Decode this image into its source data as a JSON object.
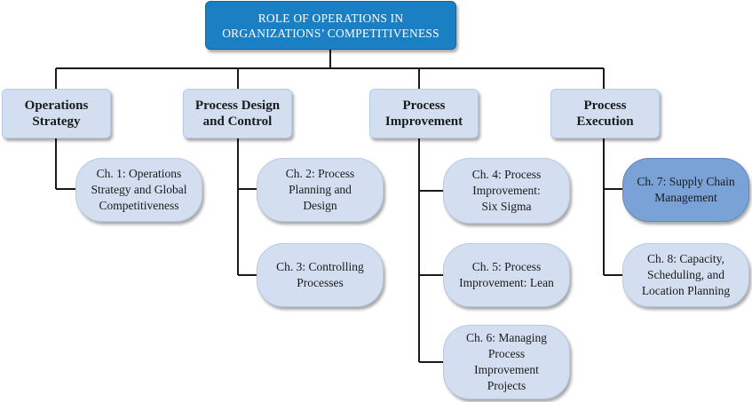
{
  "root": {
    "label": "ROLE OF OPERATIONS IN\nORGANIZATIONS’ COMPETITIVENESS"
  },
  "categories": [
    {
      "label": "Operations\nStrategy",
      "chapters": [
        {
          "label": "Ch. 1: Operations\nStrategy and Global\nCompetitiveness"
        }
      ]
    },
    {
      "label": "Process Design\nand Control",
      "chapters": [
        {
          "label": "Ch. 2: Process\nPlanning and\nDesign"
        },
        {
          "label": "Ch. 3: Controlling\nProcesses"
        }
      ]
    },
    {
      "label": "Process\nImprovement",
      "chapters": [
        {
          "label": "Ch. 4: Process\nImprovement:\nSix Sigma"
        },
        {
          "label": "Ch. 5: Process\nImprovement: Lean"
        },
        {
          "label": "Ch. 6: Managing\nProcess\nImprovement\nProjects"
        }
      ]
    },
    {
      "label": "Process\nExecution",
      "chapters": [
        {
          "label": "Ch. 7: Supply Chain\nManagement",
          "highlighted": true
        },
        {
          "label": "Ch. 8: Capacity,\nScheduling, and\nLocation Planning"
        }
      ]
    }
  ],
  "colors": {
    "root_fill": "#1b7fc4",
    "box_fill": "#d3dff1",
    "highlight_fill": "#7aa2d6",
    "connector": "#1a1a1a"
  }
}
